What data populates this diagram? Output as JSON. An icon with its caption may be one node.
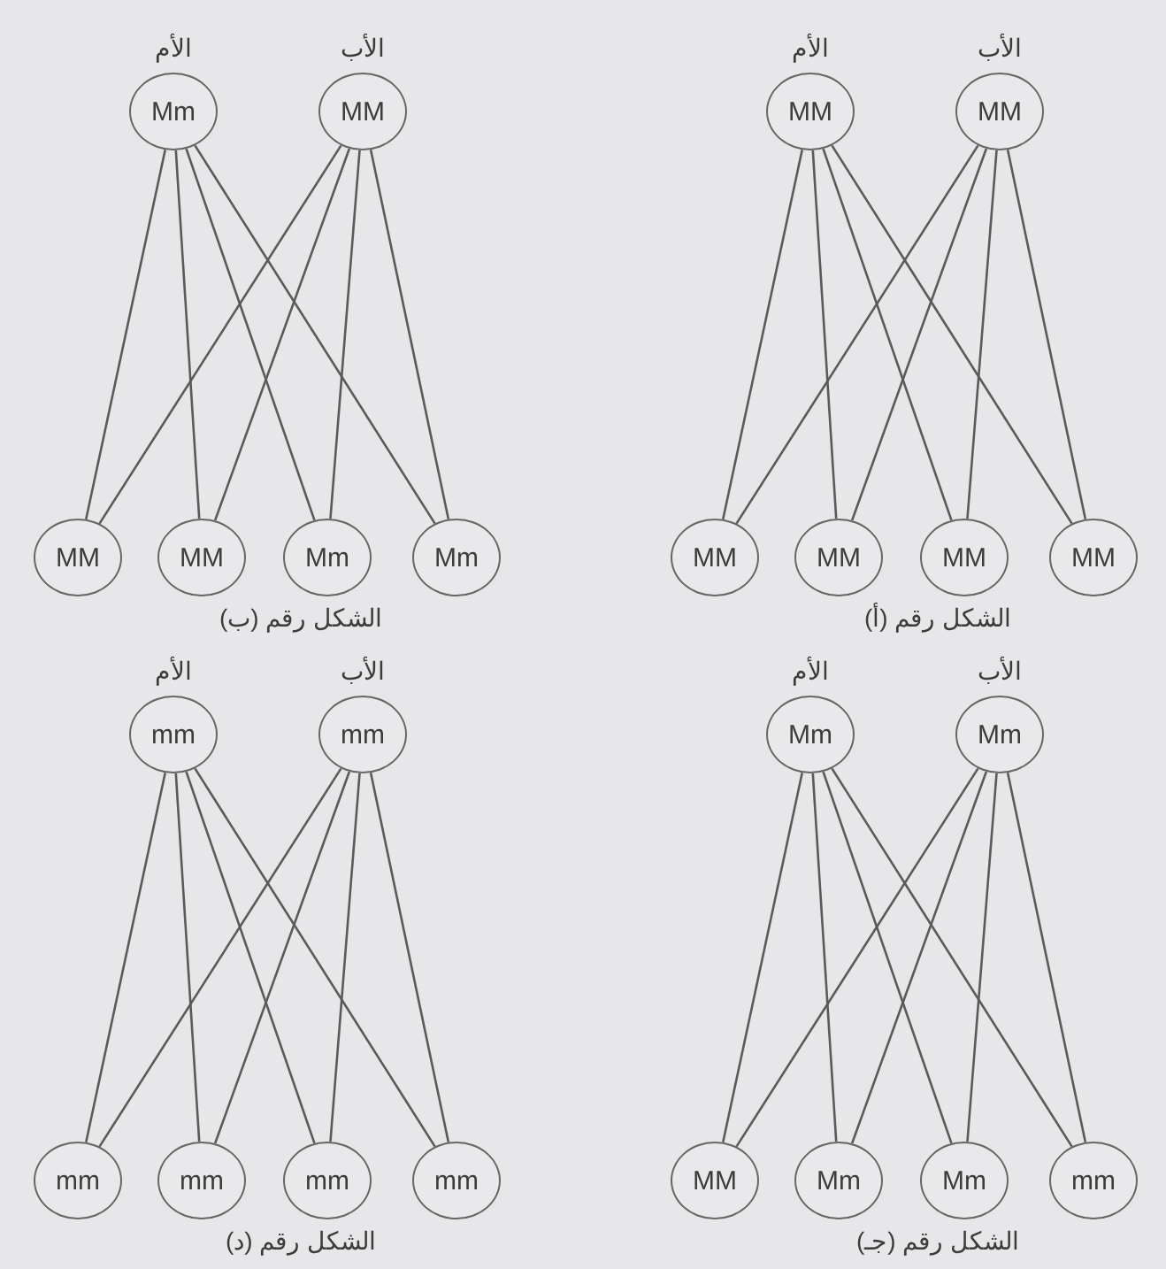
{
  "diagram": {
    "nodes": [
      {
        "text": [
          "الأم",
          "MM"
        ]
      },
      {
        "text": [
          "الأب",
          "MM"
        ]
      },
      {
        "text": [
          "MM"
        ]
      },
      {
        "text": [
          "MM"
        ]
      },
      {
        "text": [
          "MM"
        ]
      },
      {
        "text": [
          "MM"
        ]
      },
      {
        "text": [
          "الأم",
          "Mm"
        ]
      },
      {
        "text": [
          "الأب",
          "MM"
        ]
      },
      {
        "text": [
          "MM"
        ]
      },
      {
        "text": [
          "MM"
        ]
      },
      {
        "text": [
          "Mm"
        ]
      },
      {
        "text": [
          "Mm"
        ]
      },
      {
        "text": [
          "الأم",
          "Mm"
        ]
      },
      {
        "text": [
          "الأب",
          "Mm"
        ]
      },
      {
        "text": [
          "MM"
        ]
      },
      {
        "text": [
          "Mm"
        ]
      },
      {
        "text": [
          "Mm"
        ]
      },
      {
        "text": [
          "mm"
        ]
      },
      {
        "text": [
          "الأم",
          "mm"
        ]
      },
      {
        "text": [
          "الأب",
          "mm"
        ]
      },
      {
        "text": [
          "mm"
        ]
      },
      {
        "text": [
          "mm"
        ]
      },
      {
        "text": [
          "mm"
        ]
      },
      {
        "text": [
          "mm"
        ]
      }
    ],
    "edges": [
      {
        "from": 0,
        "to": 2,
        "arrow": "none"
      },
      {
        "from": 0,
        "to": 3,
        "arrow": "none"
      },
      {
        "from": 0,
        "to": 4,
        "arrow": "none"
      },
      {
        "from": 0,
        "to": 5,
        "arrow": "none"
      },
      {
        "from": 1,
        "to": 2,
        "arrow": "none"
      },
      {
        "from": 1,
        "to": 3,
        "arrow": "none"
      },
      {
        "from": 1,
        "to": 4,
        "arrow": "none"
      },
      {
        "from": 1,
        "to": 5,
        "arrow": "none"
      },
      {
        "from": 6,
        "to": 8,
        "arrow": "none"
      },
      {
        "from": 6,
        "to": 9,
        "arrow": "none"
      },
      {
        "from": 6,
        "to": 10,
        "arrow": "none"
      },
      {
        "from": 6,
        "to": 11,
        "arrow": "none"
      },
      {
        "from": 7,
        "to": 8,
        "arrow": "none"
      },
      {
        "from": 7,
        "to": 9,
        "arrow": "none"
      },
      {
        "from": 7,
        "to": 10,
        "arrow": "none"
      },
      {
        "from": 7,
        "to": 11,
        "arrow": "none"
      },
      {
        "from": 12,
        "to": 14,
        "arrow": "none"
      },
      {
        "from": 12,
        "to": 15,
        "arrow": "none"
      },
      {
        "from": 12,
        "to": 16,
        "arrow": "none"
      },
      {
        "from": 12,
        "to": 17,
        "arrow": "none"
      },
      {
        "from": 13,
        "to": 14,
        "arrow": "none"
      },
      {
        "from": 13,
        "to": 15,
        "arrow": "none"
      },
      {
        "from": 13,
        "to": 16,
        "arrow": "none"
      },
      {
        "from": 13,
        "to": 17,
        "arrow": "none"
      },
      {
        "from": 18,
        "to": 20,
        "arrow": "none"
      },
      {
        "from": 18,
        "to": 21,
        "arrow": "none"
      },
      {
        "from": 18,
        "to": 22,
        "arrow": "none"
      },
      {
        "from": 18,
        "to": 23,
        "arrow": "none"
      },
      {
        "from": 19,
        "to": 20,
        "arrow": "none"
      },
      {
        "from": 19,
        "to": 21,
        "arrow": "none"
      },
      {
        "from": 19,
        "to": 22,
        "arrow": "none"
      },
      {
        "from": 19,
        "to": 23,
        "arrow": "none"
      }
    ],
    "labels": [
      "الشكل رقم (أ)",
      "الشكل رقم (ب)",
      "الشكل رقم (جـ)",
      "الشكل رقم (د)"
    ]
  }
}
